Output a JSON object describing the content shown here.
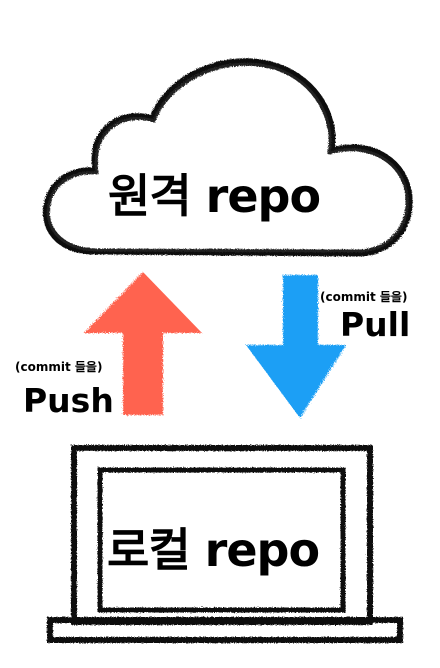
{
  "remote": {
    "label": "원격 repo",
    "icon": "cloud-icon"
  },
  "local": {
    "label": "로컬 repo",
    "icon": "laptop-icon"
  },
  "push": {
    "note": "(commit 들을)",
    "label": "Push",
    "color": "#ff6450",
    "icon": "arrow-up-icon"
  },
  "pull": {
    "note": "(commit 들을)",
    "label": "Pull",
    "color": "#1a9ff5",
    "icon": "arrow-down-icon"
  }
}
